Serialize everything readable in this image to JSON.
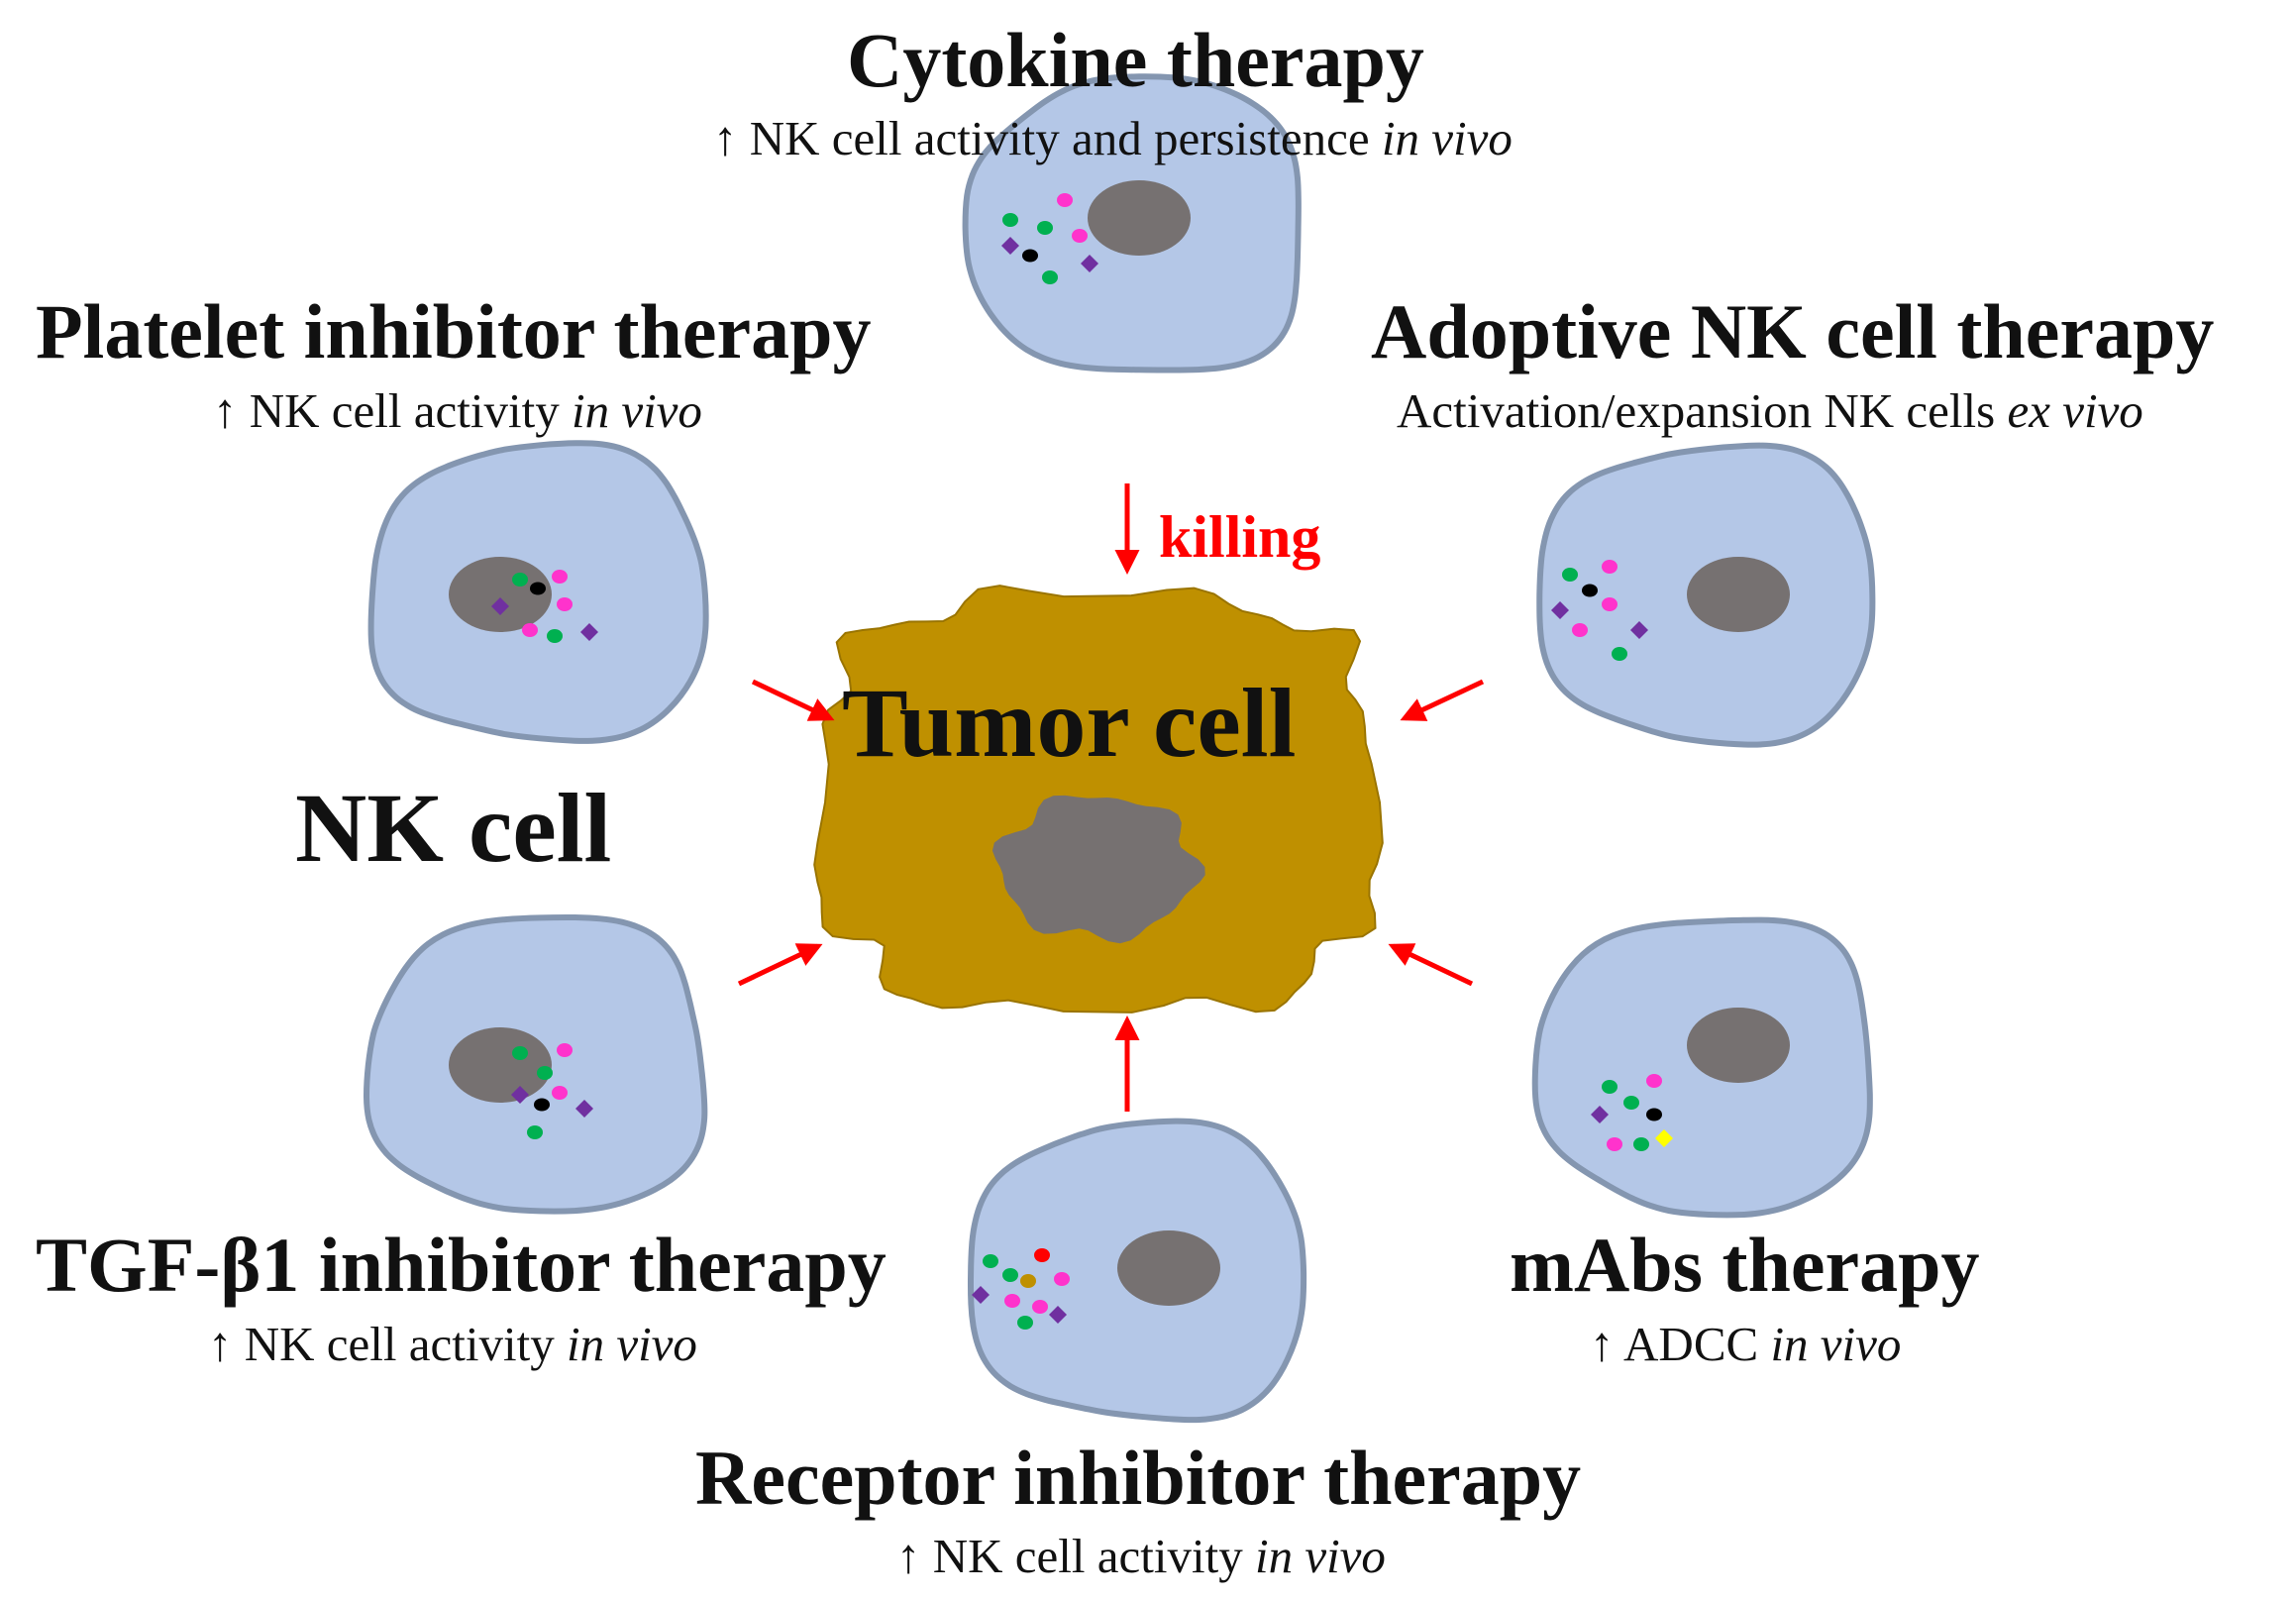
{
  "colors": {
    "nk_cell_fill": "#b4c7e7",
    "nk_cell_stroke": "#8496b0",
    "nucleus": "#767171",
    "tumor_fill": "#bf9000",
    "arrow": "#ff0000",
    "granule_green": "#00b050",
    "granule_pink": "#ff33cc",
    "granule_purple": "#7030a0",
    "granule_black": "#000000",
    "granule_yellow": "#ffff00",
    "granule_red": "#ff0000",
    "granule_olive": "#bf9000"
  },
  "center": {
    "tumor_label": "Tumor cell",
    "nk_label": "NK cell",
    "killing_label": "killing"
  },
  "therapies": {
    "cytokine": {
      "title": "Cytokine  therapy",
      "arrow": "↑",
      "text": "NK cell activity and persistence",
      "italic": "in vivo"
    },
    "platelet": {
      "title": "Platelet inhibitor therapy",
      "arrow": "↑",
      "text": "NK cell activity",
      "italic": "in vivo"
    },
    "adoptive": {
      "title": "Adoptive NK cell therapy",
      "arrow": "",
      "text": "Activation/expansion NK cells",
      "italic": "ex vivo"
    },
    "tgf": {
      "title": "TGF-β1 inhibitor therapy",
      "arrow": "↑",
      "text": "NK cell activity",
      "italic": "in vivo"
    },
    "mabs": {
      "title": "mAbs therapy",
      "arrow": "↑",
      "text": "ADCC",
      "italic": "in vivo"
    },
    "receptor": {
      "title": "Receptor inhibitor therapy",
      "arrow": "↑",
      "text": "NK cell activity",
      "italic": "in vivo"
    }
  }
}
